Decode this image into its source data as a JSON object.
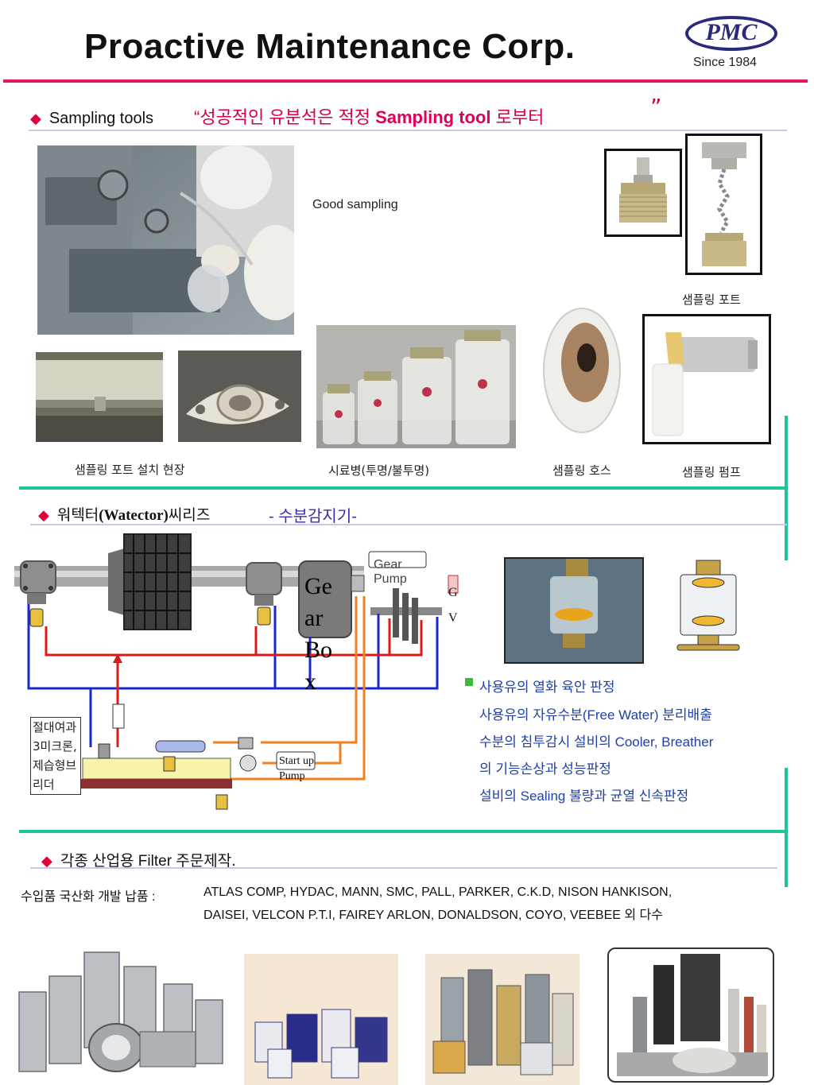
{
  "header": {
    "title": "Proactive Maintenance Corp.",
    "logo_text": "PMC",
    "logo_since": "Since 1984",
    "brand_color": "#2a2a7c",
    "accent_color": "#e8185a"
  },
  "sampling": {
    "heading": "Sampling tools",
    "quote_open": "“",
    "quote_text_ko": "성공적인 유분석은  적정 ",
    "quote_highlight": "Sampling tool",
    "quote_text_ko2": " 로부터",
    "quote_close": "”",
    "good_sampling": "Good sampling",
    "caption_port": "샘플링 포트",
    "caption_site": "샘플링 포트 설치 현장",
    "caption_bottles": "시료병(투명/불투명)",
    "caption_hose": "샘플링 호스",
    "caption_pump": "샘플링 펌프"
  },
  "watector": {
    "heading_ko": "워텍터",
    "heading_en": "(Watector)",
    "heading_ko2": "씨리즈",
    "subtitle": "- 수분감지기-",
    "diagram": {
      "gear_box": "Ge ar Bo x",
      "gear_pump": "Gear Pump",
      "gv": "G V",
      "desiccant": "절대여과3미크론,제습형브리더",
      "startup_pump": "Start up Pump"
    },
    "bullets": [
      "사용유의 열화 육안 판정",
      "사용유의 자유수분(Free Water) 분리배출",
      "수분의 침투감시 설비의 Cooler, Breather",
      "의 기능손상과 성능판정",
      "설비의 Sealing 불량과 균열 신속판정"
    ]
  },
  "filters": {
    "heading": "각종 산업용  Filter 주문제작.",
    "label": "수입품 국산화 개발 납품 :",
    "brands_line1": "ATLAS COMP,  HYDAC,  MANN,  SMC, PALL,  PARKER, C.K.D, NISON HANKISON,",
    "brands_line2": "DAISEI, VELCON P.T.I,  FAIREY ARLON, DONALDSON, COYO, VEEBEE 외 다수"
  }
}
